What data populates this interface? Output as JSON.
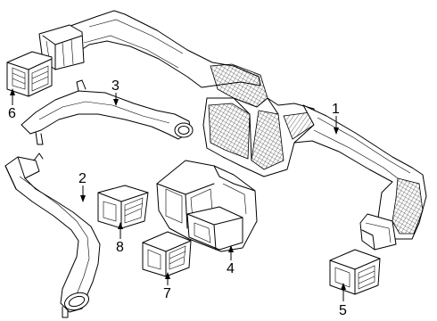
{
  "callouts": [
    {
      "id": "part-1",
      "label": "1"
    },
    {
      "id": "part-2",
      "label": "2"
    },
    {
      "id": "part-3",
      "label": "3"
    },
    {
      "id": "part-4",
      "label": "4"
    },
    {
      "id": "part-5",
      "label": "5"
    },
    {
      "id": "part-6",
      "label": "6"
    },
    {
      "id": "part-7",
      "label": "7"
    },
    {
      "id": "part-8",
      "label": "8"
    }
  ]
}
